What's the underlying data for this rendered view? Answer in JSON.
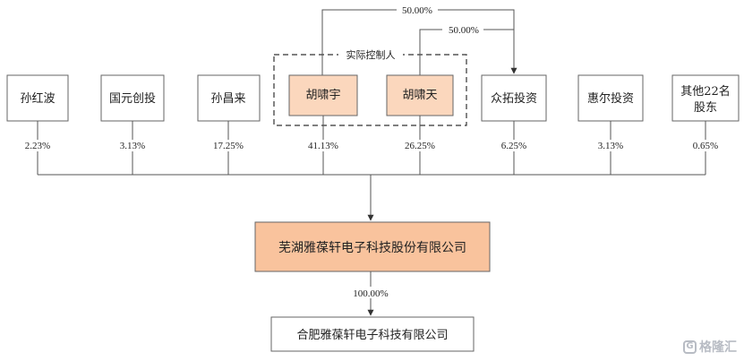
{
  "shareholders": [
    {
      "id": "sun-hongbo",
      "name": "孙红波",
      "pct": "2.23%"
    },
    {
      "id": "guoyuan",
      "name": "国元创投",
      "pct": "3.13%"
    },
    {
      "id": "sun-changlai",
      "name": "孙昌来",
      "pct": "17.25%"
    },
    {
      "id": "hu-xiaoyu",
      "name": "胡啸宇",
      "pct": "41.13%"
    },
    {
      "id": "hu-xiaotian",
      "name": "胡啸天",
      "pct": "26.25%"
    },
    {
      "id": "zhongtuo",
      "name": "众拓投资",
      "pct": "6.25%"
    },
    {
      "id": "huier",
      "name": "惠尔投资",
      "pct": "3.13%"
    },
    {
      "id": "others",
      "name_line1": "其他22名",
      "name_line2": "股东",
      "pct": "0.65%"
    }
  ],
  "controller_label": "实际控制人",
  "cross_holdings": [
    {
      "from": "胡啸宇",
      "to": "众拓投资",
      "pct": "50.00%"
    },
    {
      "from": "胡啸天",
      "to": "众拓投资",
      "pct": "50.00%"
    }
  ],
  "company": {
    "name": "芜湖雅葆轩电子科技股份有限公司"
  },
  "subsidiary": {
    "name": "合肥雅葆轩电子科技有限公司",
    "pct": "100.00%"
  },
  "watermark": {
    "logo_glyph": "G",
    "text": "格隆汇"
  },
  "colors": {
    "highlight_fill": "#fbd7bd",
    "company_fill": "#f9c39d",
    "line": "#555555"
  }
}
